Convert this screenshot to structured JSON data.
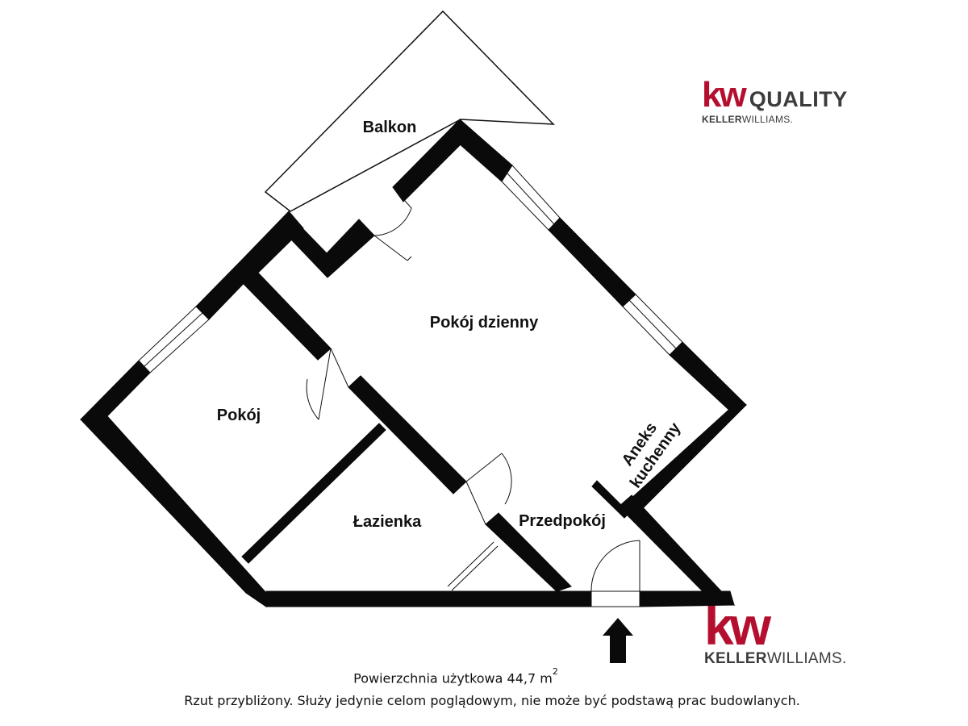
{
  "rooms": {
    "balcony": "Balkon",
    "living_room": "Pokój dzienny",
    "room": "Pokój",
    "kitchenette_line1": "Aneks",
    "kitchenette_line2": "kuchenny",
    "bathroom": "Łazienka",
    "hallway": "Przedpokój"
  },
  "caption": {
    "area_text": "Powierzchnia użytkowa 44,7 m",
    "area_superscript": "2",
    "disclaimer": "Rzut przybliżony. Służy jedynie celom poglądowym, nie może być podstawą prac budowlanych."
  },
  "logos": {
    "top": {
      "mark": "kw",
      "name": "QUALITY",
      "sub_bold": "KELLER",
      "sub_light": "WILLIAMS."
    },
    "bottom": {
      "mark": "kw",
      "sub_bold": "KELLER",
      "sub_light": "WILLIAMS."
    }
  },
  "colors": {
    "walls": "#0a0a0a",
    "brand_red": "#b40f2f",
    "brand_gray": "#3c3c3c"
  },
  "icons": {
    "entrance": "up-arrow-icon"
  }
}
